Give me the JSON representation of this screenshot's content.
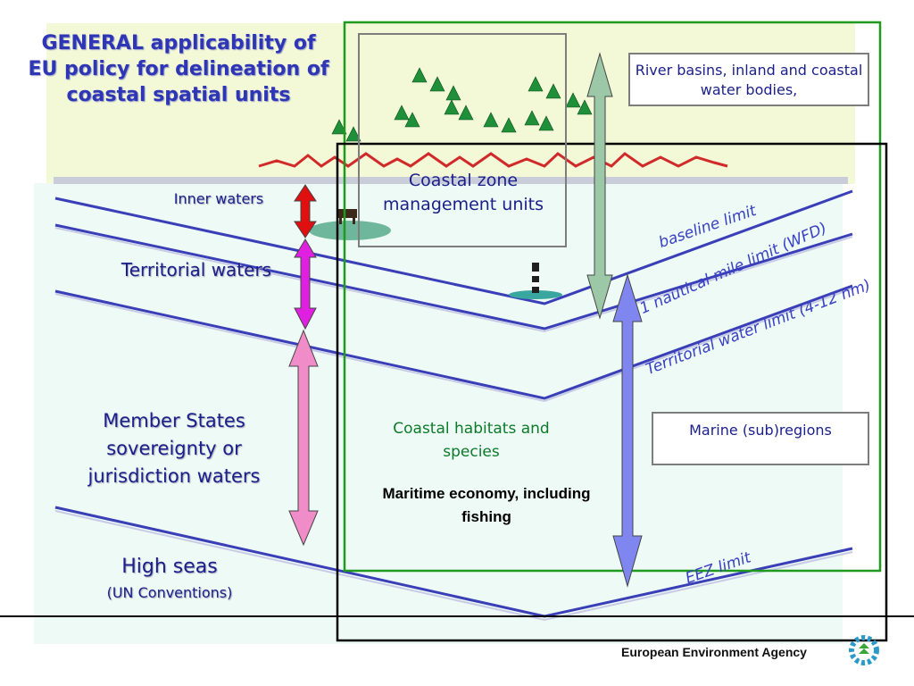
{
  "title": "GENERAL applicability of EU policy for delineation of coastal spatial units",
  "zones": {
    "inner_waters": "Inner waters",
    "territorial_waters": "Territorial waters",
    "member_states": "Member States sovereignty or jurisdiction waters",
    "high_seas": "High seas",
    "un_conventions": "(UN Conventions)"
  },
  "boxes": {
    "river_basins": "River basins, inland and coastal water bodies,",
    "coastal_zone": "Coastal zone management units",
    "marine_regions": "Marine (sub)regions",
    "coastal_habitats": "Coastal habitats and species",
    "maritime_economy": "Maritime economy, including fishing"
  },
  "limits": {
    "baseline": "baseline limit",
    "nautical_mile": "1 nautical mile limit (WFD)",
    "territorial_water": "Territorial water limit (4-12 nm)",
    "eez": "EEZ limit"
  },
  "footer": {
    "agency": "European Environment Agency"
  },
  "colors": {
    "title": "#2f36b5",
    "limit_lines": "#3a3fb8",
    "green_frame": "#1f9a1f",
    "land": "#f3f9d6",
    "sea": "#eefaf5",
    "arrow_red": "#e01010",
    "arrow_magenta": "#e020e0",
    "arrow_pink": "#f08cc8",
    "arrow_green": "#9cc8a8",
    "arrow_blue": "#7f86f0"
  },
  "icons": [
    "tree-icon",
    "cow-icon",
    "lighthouse-icon",
    "island-icon",
    "eea-logo-icon"
  ]
}
